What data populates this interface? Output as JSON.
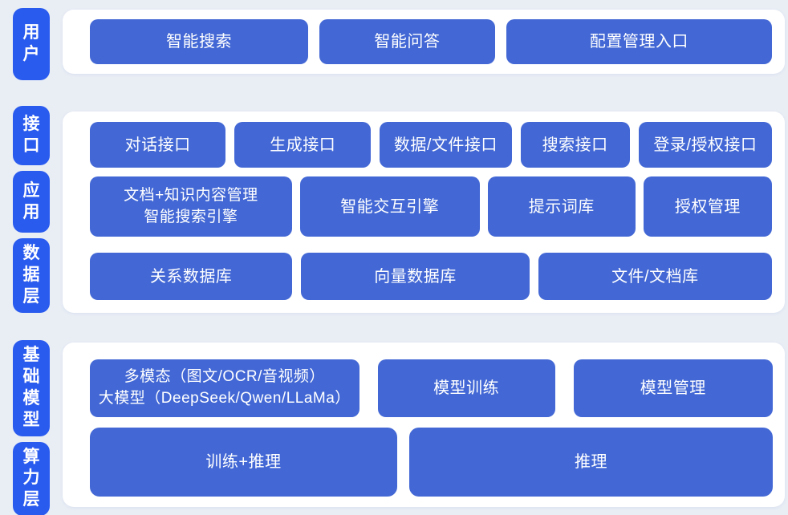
{
  "colors": {
    "page_bg": "#e9eef5",
    "panel_bg": "#ffffff",
    "layer_label_bg": "#2a5bef",
    "block_bg": "#4368d5",
    "text_color": "#ffffff"
  },
  "sections": [
    {
      "name": "user-layer",
      "labels": [
        {
          "text": "用户"
        }
      ],
      "rows": [
        {
          "cells": [
            {
              "text": "智能搜索"
            },
            {
              "text": "智能问答"
            },
            {
              "text": "配置管理入口"
            }
          ]
        }
      ]
    },
    {
      "name": "interface-application-data-layer",
      "labels": [
        {
          "text": "接口"
        },
        {
          "text": "应用"
        },
        {
          "text": "数据层"
        }
      ],
      "rows": [
        {
          "cells": [
            {
              "text": "对话接口"
            },
            {
              "text": "生成接口"
            },
            {
              "text": "数据/文件接口"
            },
            {
              "text": "搜索接口"
            },
            {
              "text": "登录/授权接口"
            }
          ]
        },
        {
          "cells": [
            {
              "line1": "文档+知识内容管理",
              "line2": "智能搜索引擎"
            },
            {
              "text": "智能交互引擎"
            },
            {
              "text": "提示词库"
            },
            {
              "text": "授权管理"
            }
          ]
        },
        {
          "cells": [
            {
              "text": "关系数据库"
            },
            {
              "text": "向量数据库"
            },
            {
              "text": "文件/文档库"
            }
          ]
        }
      ]
    },
    {
      "name": "foundation-model-compute-layer",
      "labels": [
        {
          "text": "基础模型"
        },
        {
          "text": "算力层"
        }
      ],
      "rows": [
        {
          "cells": [
            {
              "line1": "多模态（图文/OCR/音视频）",
              "line2": "大模型（DeepSeek/Qwen/LLaMa）"
            },
            {
              "text": "模型训练"
            },
            {
              "text": "模型管理"
            }
          ]
        },
        {
          "cells": [
            {
              "text": "训练+推理"
            },
            {
              "text": "推理"
            }
          ]
        }
      ]
    }
  ]
}
